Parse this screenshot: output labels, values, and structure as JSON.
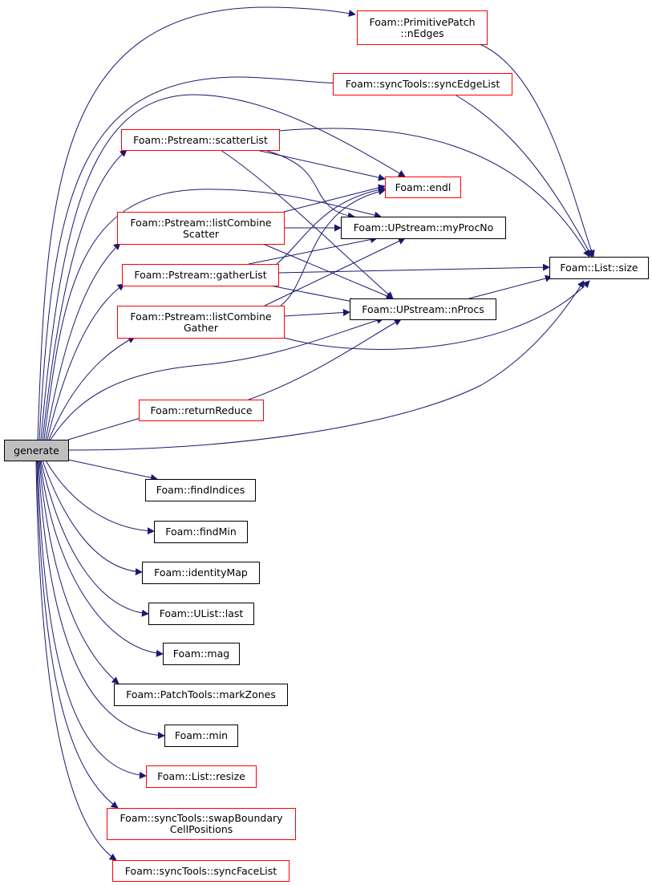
{
  "colors": {
    "edge": "#191970",
    "undocumented_border": "#ff0000",
    "documented_border": "#000000",
    "root_fill": "#bfbfbf"
  },
  "nodes": {
    "generate": [
      "generate"
    ],
    "nEdges": [
      "Foam::PrimitivePatch",
      "::nEdges"
    ],
    "syncEdgeList": [
      "Foam::syncTools::syncEdgeList"
    ],
    "scatterList": [
      "Foam::Pstream::scatterList"
    ],
    "endl": [
      "Foam::endl"
    ],
    "listCombineScatter": [
      "Foam::Pstream::listCombine",
      "Scatter"
    ],
    "myProcNo": [
      "Foam::UPstream::myProcNo"
    ],
    "gatherList": [
      "Foam::Pstream::gatherList"
    ],
    "size": [
      "Foam::List::size"
    ],
    "listCombineGather": [
      "Foam::Pstream::listCombine",
      "Gather"
    ],
    "nProcs": [
      "Foam::UPstream::nProcs"
    ],
    "returnReduce": [
      "Foam::returnReduce"
    ],
    "findIndices": [
      "Foam::findIndices"
    ],
    "findMin": [
      "Foam::findMin"
    ],
    "identityMap": [
      "Foam::identityMap"
    ],
    "last": [
      "Foam::UList::last"
    ],
    "mag": [
      "Foam::mag"
    ],
    "markZones": [
      "Foam::PatchTools::markZones"
    ],
    "min": [
      "Foam::min"
    ],
    "resize": [
      "Foam::List::resize"
    ],
    "swapBoundary": [
      "Foam::syncTools::swapBoundary",
      "CellPositions"
    ],
    "syncFaceList": [
      "Foam::syncTools::syncFaceList"
    ]
  }
}
